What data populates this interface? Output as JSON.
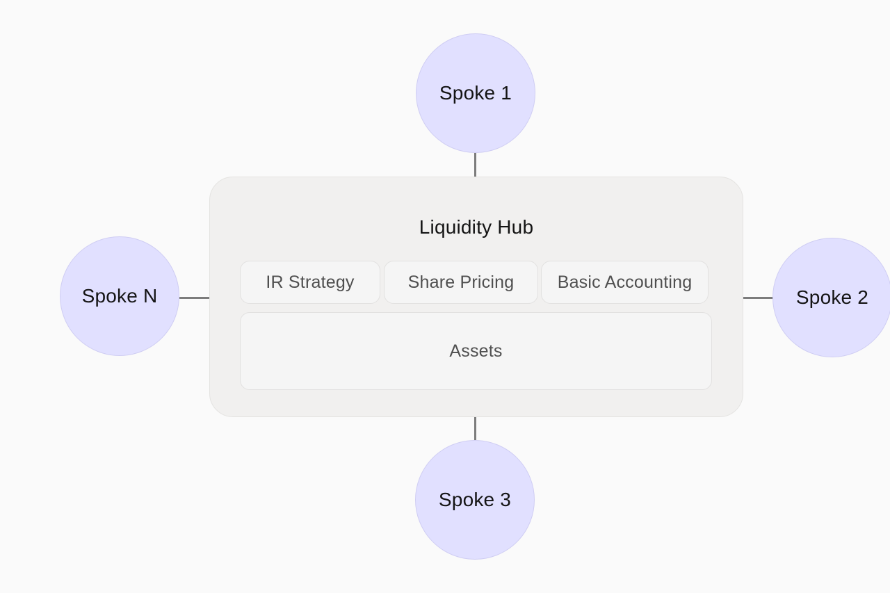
{
  "hub": {
    "title": "Liquidity Hub",
    "modules": [
      "IR Strategy",
      "Share Pricing",
      "Basic Accounting"
    ],
    "assets_label": "Assets"
  },
  "spokes": {
    "top": "Spoke 1",
    "right": "Spoke 2",
    "bottom": "Spoke 3",
    "left": "Spoke N"
  },
  "colors": {
    "background": "#fafafa",
    "spoke_fill": "#e1e0ff",
    "hub_fill": "#f1f0ef",
    "module_fill": "#f5f5f5",
    "connector": "#7c7c7c"
  }
}
